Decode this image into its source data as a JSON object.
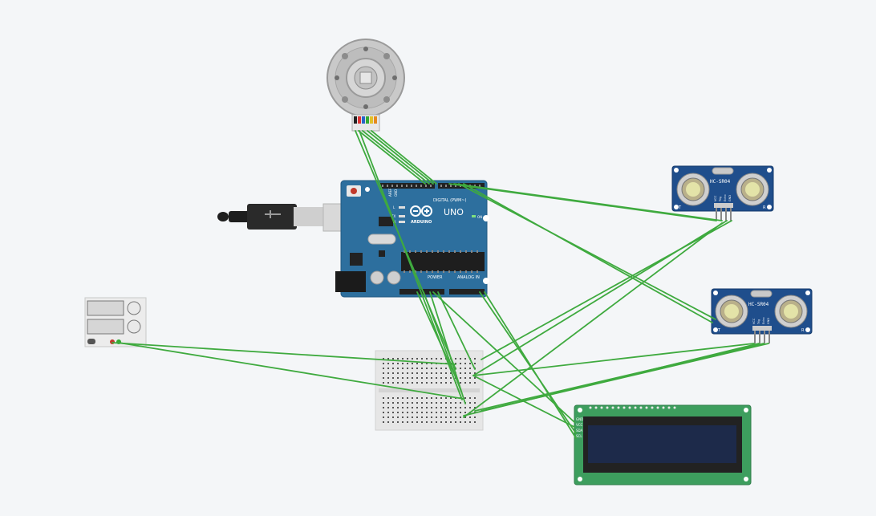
{
  "arduino": {
    "uno_label": "UNO",
    "brand_label": "ARDUINO",
    "digital_label": "DIGITAL (PWM~)",
    "power_label": "POWER",
    "analog_label": "ANALOG IN",
    "on_label": "ON",
    "aref_label": "AREF",
    "gnd_label": "GND",
    "tx_label": "TX",
    "rx_label": "RX",
    "l_label": "L"
  },
  "sensor_top": {
    "model": "HC-SR04",
    "left_mark": "T",
    "right_mark": "R",
    "pin_labels": [
      "VCC",
      "Trig",
      "Echo",
      "GND"
    ]
  },
  "sensor_bottom": {
    "model": "HC-SR04",
    "left_mark": "T",
    "right_mark": "R",
    "pin_labels": [
      "VCC",
      "Trig",
      "Echo",
      "GND"
    ]
  },
  "lcd": {
    "pin_labels": [
      "GND",
      "VCC",
      "SDA",
      "SCL"
    ]
  },
  "colors": {
    "background": "#f4f6f8",
    "wire": "#3faa3f",
    "arduino_board": "#2d6f9e",
    "sensor_board": "#1f4e8c",
    "lcd_board": "#3d9e5e",
    "lcd_screen": "#1d2a4a",
    "breadboard": "#e6e6e6"
  },
  "icons": {
    "motor": "servo-motor-icon",
    "usb": "usb-cable-icon",
    "power_supply": "power-supply-icon"
  }
}
